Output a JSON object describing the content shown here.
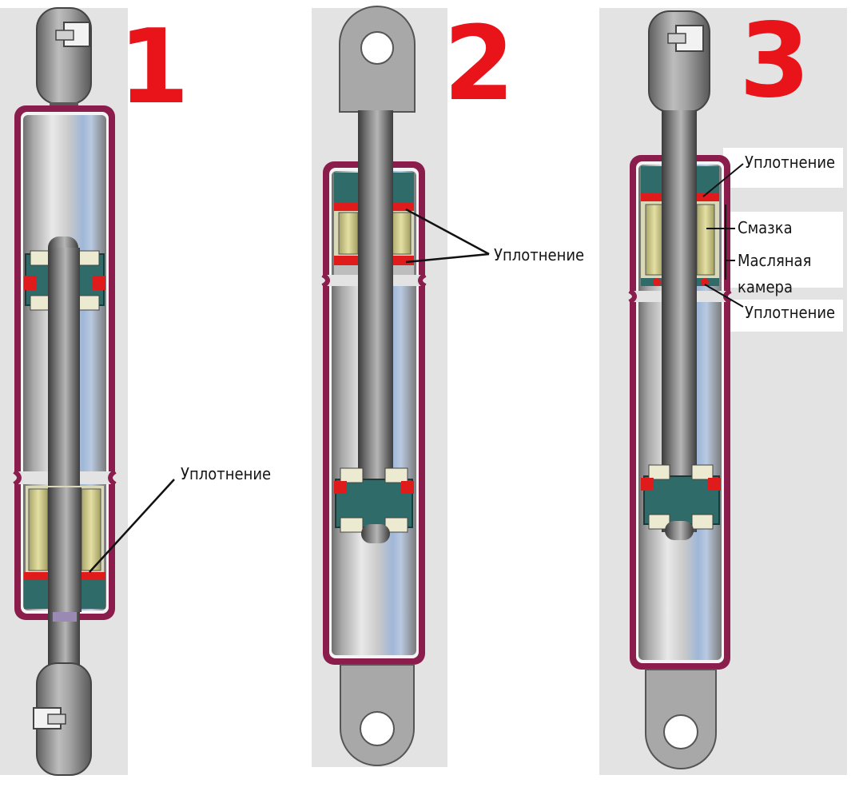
{
  "numbers": {
    "n1": "1",
    "n2": "2",
    "n3": "3"
  },
  "labels": {
    "seal_1": "Уплотнение",
    "seal_2": "Уплотнение",
    "seal_3_top": "Уплотнение",
    "grease": "Смазка",
    "oil_chamber_line1": "Масляная",
    "oil_chamber_line2": "камера",
    "seal_3_bottom": "Уплотнение"
  }
}
